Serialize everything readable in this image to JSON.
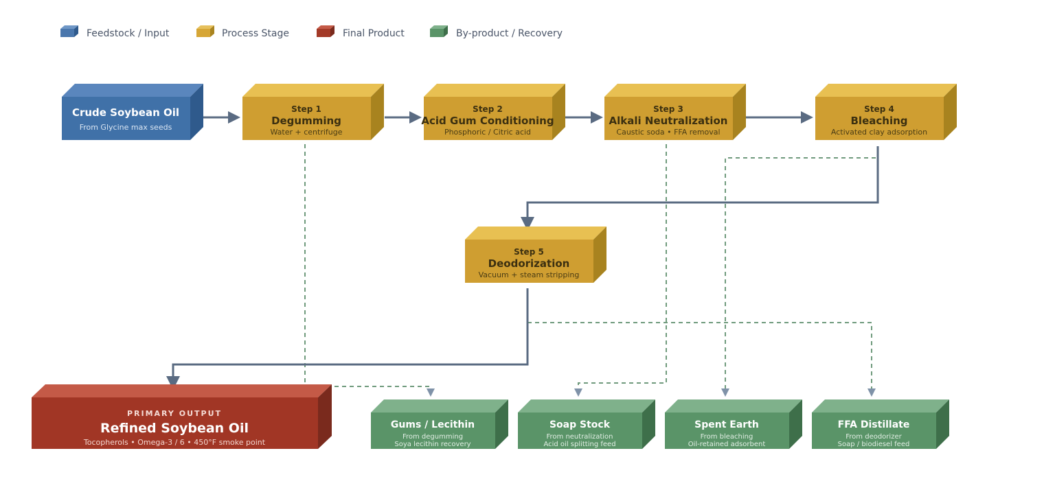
{
  "legend": [
    {
      "label": "Feedstock / Input",
      "color": "#4a77ad"
    },
    {
      "label": "Process Stage",
      "color": "#d6a636"
    },
    {
      "label": "Final Product",
      "color": "#a33a28"
    },
    {
      "label": "By-product / Recovery",
      "color": "#5a9468"
    }
  ],
  "feedstock": {
    "title": "Crude Soybean Oil",
    "subtitle": "From Glycine max seeds"
  },
  "steps": [
    {
      "label": "Step 1",
      "title": "Degumming",
      "subtitle": "Water + centrifuge"
    },
    {
      "label": "Step 2",
      "title": "Acid Gum Conditioning",
      "subtitle": "Phosphoric / Citric acid"
    },
    {
      "label": "Step 3",
      "title": "Alkali Neutralization",
      "subtitle": "Caustic soda • FFA removal"
    },
    {
      "label": "Step 4",
      "title": "Bleaching",
      "subtitle": "Activated clay adsorption"
    },
    {
      "label": "Step 5",
      "title": "Deodorization",
      "subtitle": "Vacuum + steam stripping"
    }
  ],
  "product": {
    "label": "PRIMARY OUTPUT",
    "title": "Refined Soybean Oil",
    "subtitle": "Tocopherols • Omega-3 / 6 • 450°F smoke point"
  },
  "byproducts": [
    {
      "title": "Gums / Lecithin",
      "line1": "From degumming",
      "line2": "Soya lecithin recovery"
    },
    {
      "title": "Soap Stock",
      "line1": "From neutralization",
      "line2": "Acid oil splitting feed"
    },
    {
      "title": "Spent Earth",
      "line1": "From bleaching",
      "line2": "Oil-retained adsorbent"
    },
    {
      "title": "FFA Distillate",
      "line1": "From deodorizer",
      "line2": "Soap / biodiesel feed"
    }
  ]
}
